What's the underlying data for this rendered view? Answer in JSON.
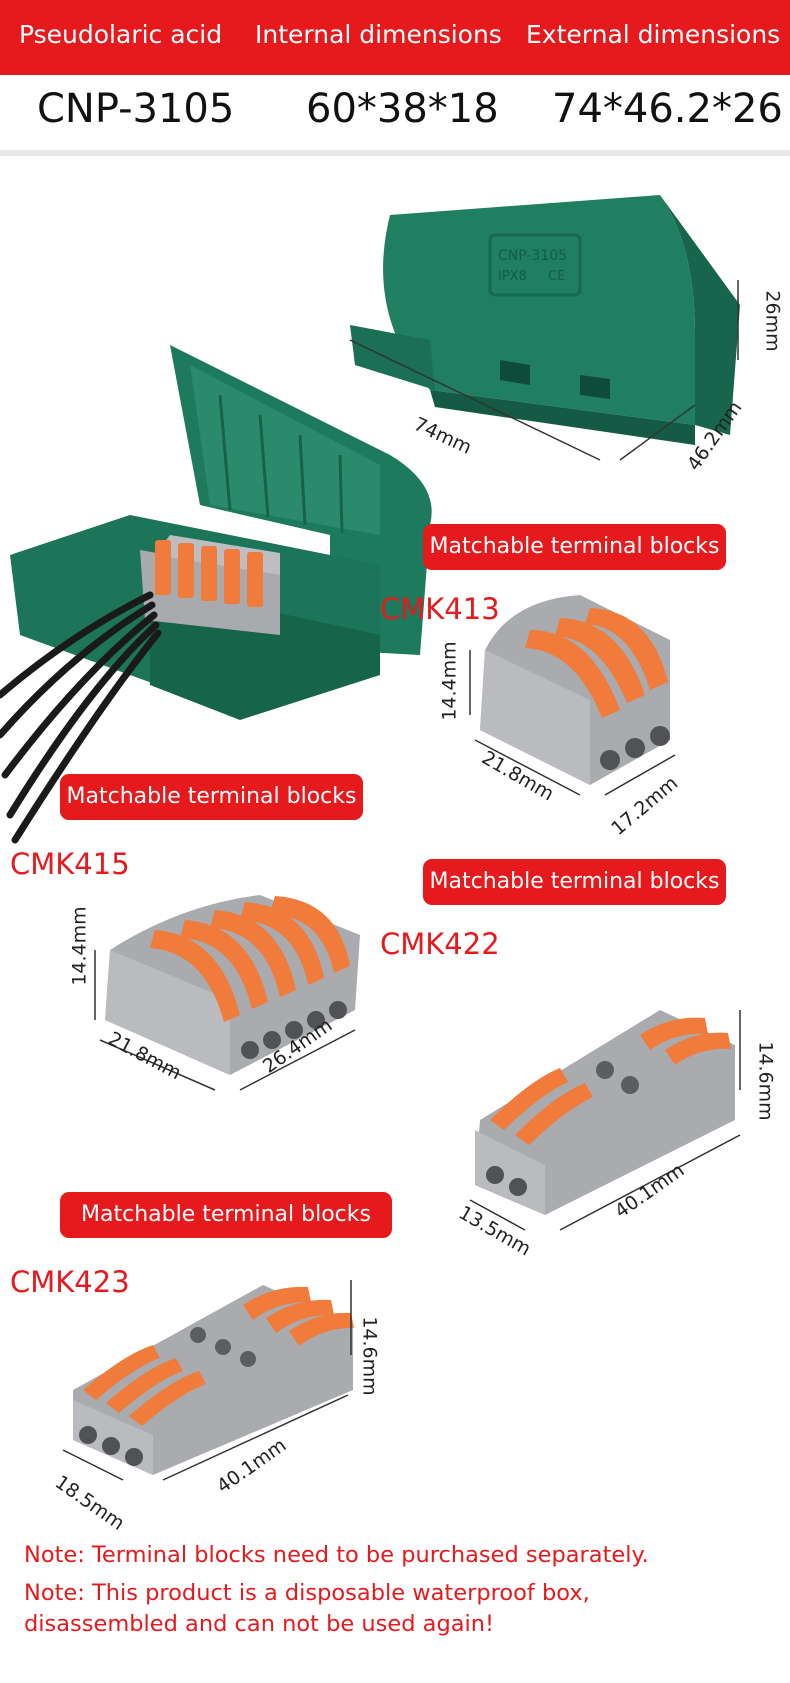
{
  "header": {
    "columns": [
      "Pseudolaric acid",
      "Internal dimensions",
      "External dimensions"
    ],
    "values": [
      "CNP-3105",
      "60*38*18",
      "74*46.2*26"
    ]
  },
  "box": {
    "emboss_model": "CNP-3105",
    "emboss_rating": "IPX8",
    "emboss_mark": "CE",
    "dims": {
      "height": "26mm",
      "length": "74mm",
      "width": "46.2mm"
    }
  },
  "tag_label": "Matchable terminal blocks",
  "blocks": {
    "cmk413": {
      "model": "CMK413",
      "height": "14.4mm",
      "length": "21.8mm",
      "width": "17.2mm"
    },
    "cmk415": {
      "model": "CMK415",
      "height": "14.4mm",
      "length": "21.8mm",
      "width": "26.4mm"
    },
    "cmk422": {
      "model": "CMK422",
      "height": "14.6mm",
      "length": "40.1mm",
      "width": "13.5mm"
    },
    "cmk423": {
      "model": "CMK423",
      "height": "14.6mm",
      "length": "40.1mm",
      "width": "18.5mm"
    }
  },
  "notes": {
    "note1": "Note: Terminal blocks need to be purchased separately.",
    "note2_line1": "Note: This product is a disposable waterproof box,",
    "note2_line2": "disassembled and can not be used again!"
  },
  "colors": {
    "accent": "#e6191d",
    "box_green": "#1e7c5f",
    "block_gray": "#a9abae",
    "lever_orange": "#f07b3b"
  }
}
